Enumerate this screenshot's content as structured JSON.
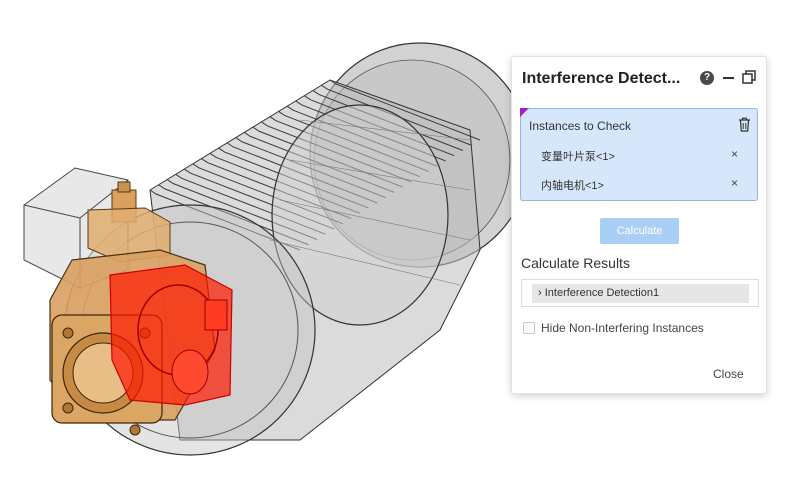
{
  "panel": {
    "title": "Interference Detect...",
    "help_icon": "question-circle-icon",
    "help_glyph": "?",
    "instances_label": "Instances to Check",
    "instances": [
      {
        "name": "变量叶片泵<1>",
        "remove": "×"
      },
      {
        "name": "内轴电机<1>",
        "remove": "×"
      }
    ],
    "calculate_label": "Calculate",
    "results_label": "Calculate Results",
    "results": [
      {
        "label": "Interference Detection1",
        "chevron": "›"
      }
    ],
    "hide_checkbox_label": "Hide Non-Interfering Instances",
    "hide_checked": false,
    "close_label": "Close"
  },
  "colors": {
    "instances_bg": "#d6e7fb",
    "instances_border": "#8fb6e8",
    "calculate_bg": "#a9cff5",
    "interference_red": "#ff1a00",
    "pump_orange": "#d9a060",
    "marker_purple": "#a020d0"
  },
  "icons": {
    "trash": "trash-icon",
    "minimize": "minimize-icon",
    "restore": "restore-window-icon",
    "chevron": "chevron-right-icon"
  }
}
